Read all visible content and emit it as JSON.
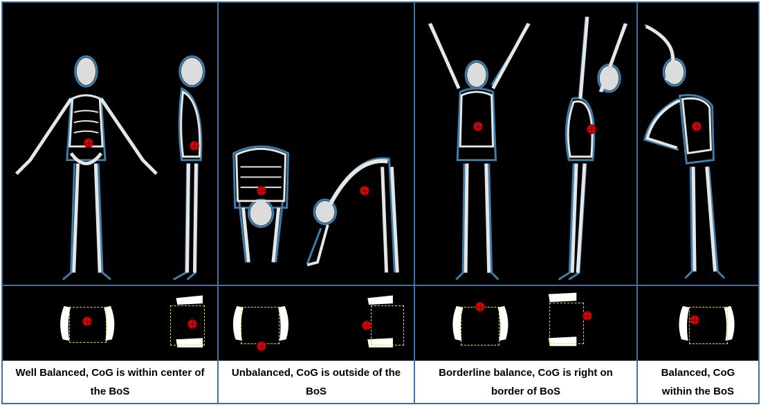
{
  "panels": [
    {
      "caption": "Well Balanced, CoG is within center of the BoS"
    },
    {
      "caption": "Unbalanced, CoG is outside of the BoS"
    },
    {
      "caption": "Borderline balance, CoG is right on border of BoS"
    },
    {
      "caption": "Balanced, CoG within the BoS"
    }
  ],
  "colors": {
    "background": "#000000",
    "border": "#3f6fa3",
    "cog": "#e00000",
    "bos_outline": "#e8e000",
    "glow": "#5ab4f0"
  }
}
